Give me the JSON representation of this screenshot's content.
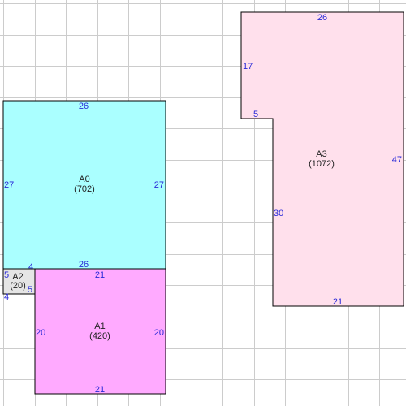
{
  "rooms": [
    {
      "id": "A0",
      "name": "A0",
      "area": "(702)",
      "fill": "#aaffff",
      "dims": {
        "top": "26",
        "left": "27",
        "right": "27",
        "bottom": "26"
      }
    },
    {
      "id": "A1",
      "name": "A1",
      "area": "(420)",
      "fill": "#ffaaff",
      "dims": {
        "top": "21",
        "left": "20",
        "right": "20",
        "bottom": "21"
      }
    },
    {
      "id": "A2",
      "name": "A2",
      "area": "(20)",
      "fill": "#e5e5e5",
      "dims": {
        "top": "4",
        "left": "5",
        "right": "5",
        "bottom": "4"
      }
    },
    {
      "id": "A3",
      "name": "A3",
      "area": "(1072)",
      "fill": "#ffe0ec",
      "dims": {
        "top": "26",
        "upper_left": "17",
        "notch": "5",
        "lower_left": "30",
        "right": "47",
        "bottom": "21"
      }
    }
  ],
  "colors": {
    "grid": "#cccccc",
    "outline": "#000000",
    "dimension_text": "#2a2ad8",
    "label_text": "#222222"
  }
}
